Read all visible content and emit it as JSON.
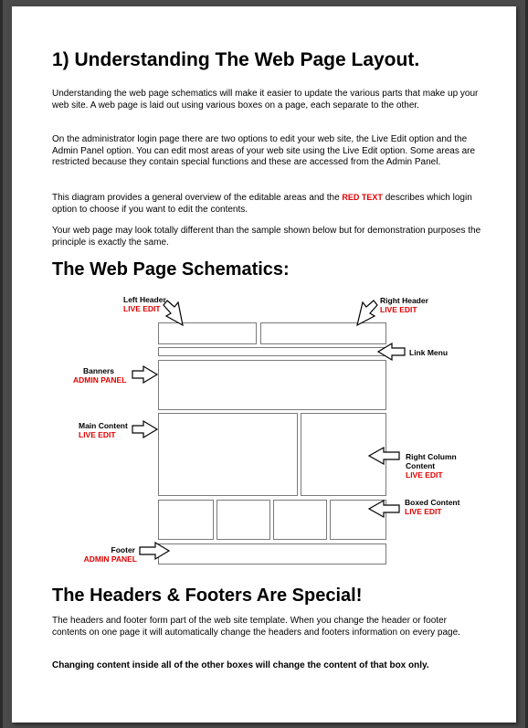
{
  "heading": "1) Understanding The Web Page Layout.",
  "paragraphs": {
    "p1": "Understanding the web page schematics will make it easier to update the various parts that make up your web site. A web page is laid out using various boxes on a page, each separate to the other.",
    "p2": "On the administrator login page there are two options to edit your web site, the Live Edit option and the Admin Panel option. You can edit most areas of your web site using the Live Edit option. Some areas are restricted because they contain special functions and these are accessed from the Admin Panel.",
    "p3_before": "This diagram provides a general overview of the editable areas and the ",
    "p3_red": "RED TEXT",
    "p3_after": " describes which login option to choose if you want to edit the contents.",
    "p4": "Your web page may look totally different than the sample shown below but for demonstration purposes the principle is exactly the same."
  },
  "schematics_heading": "The Web Page Schematics:",
  "labels": {
    "left_header": {
      "name": "Left Header",
      "tag": "LIVE EDIT"
    },
    "right_header": {
      "name": "Right Header",
      "tag": "LIVE EDIT"
    },
    "link_menu": {
      "name": "Link Menu"
    },
    "banners": {
      "name": "Banners",
      "tag": "ADMIN PANEL"
    },
    "main_content": {
      "name": "Main Content",
      "tag": "LIVE EDIT"
    },
    "right_column": {
      "name": "Right Column Content",
      "tag": "LIVE EDIT"
    },
    "boxed_content": {
      "name": "Boxed Content",
      "tag": "LIVE EDIT"
    },
    "footer": {
      "name": "Footer",
      "tag": "ADMIN PANEL"
    }
  },
  "special_heading": "The Headers & Footers Are Special!",
  "special_paragraph": "The headers and footer form part of the web site template. When you change the header or footer contents on one page it will automatically change the headers and footers information on every page.",
  "special_bold": "Changing content inside all of the other boxes will change the content of that box only."
}
